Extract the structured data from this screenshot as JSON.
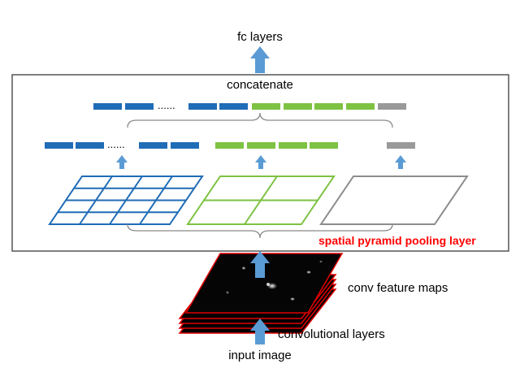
{
  "labels": {
    "fc_layers": "fc layers",
    "concatenate": "concatenate",
    "spp_layer": "spatial pyramid pooling layer",
    "conv_feature_maps": "conv feature maps",
    "convolutional_layers": "convolutional layers",
    "input_image": "input image",
    "dots_top": "......",
    "dots_mid": "......"
  },
  "pyramid_levels": [
    {
      "grid": "4x4",
      "color": "#1f6cb7"
    },
    {
      "grid": "2x2",
      "color": "#7dc242"
    },
    {
      "grid": "1x1",
      "color": "#8c8c8c"
    }
  ],
  "colors": {
    "blue_bins": "#1f6cb7",
    "green_bins": "#7dc242",
    "gray_bins": "#999999",
    "arrow": "#5b9bd5",
    "spp_label": "#ff0000",
    "feature_map_border": "#e00000",
    "box_border": "#555555"
  },
  "icons": [
    "up-arrow-icon",
    "curly-brace-icon"
  ]
}
